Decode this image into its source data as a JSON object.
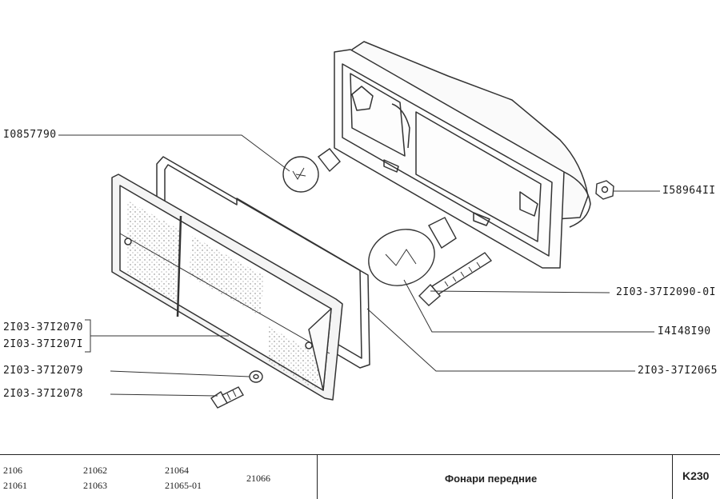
{
  "callouts": {
    "c1": "I0857790",
    "c2": "I58964II",
    "c3": "2I03-37I2090-0I",
    "c4": "I4I48I90",
    "c5": "2I03-37I2065",
    "c6": "2I03-37I2070",
    "c7": "2I03-37I207I",
    "c8": "2I03-37I2079",
    "c9": "2I03-37I2078"
  },
  "footer": {
    "models": [
      "2106",
      "21061",
      "21062",
      "21063",
      "21064",
      "21065-01",
      "21066"
    ],
    "title": "Фонари передние",
    "code": "K230"
  }
}
